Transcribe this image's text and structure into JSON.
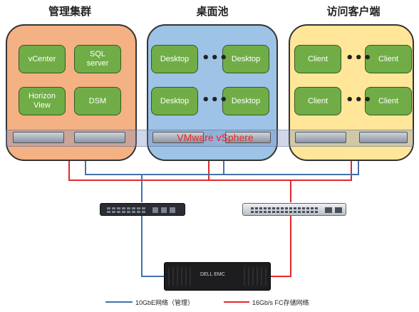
{
  "sections": {
    "management": {
      "title": "管理集群",
      "nodes": [
        "vCenter",
        "SQL\nserver",
        "Horizon\nView",
        "DSM"
      ]
    },
    "desktop_pool": {
      "title": "桌面池",
      "nodes": [
        "Desktop",
        "Desktop",
        "Desktop",
        "Desktop"
      ]
    },
    "access_clients": {
      "title": "访问客户端",
      "nodes": [
        "Client",
        "Client",
        "Client",
        "Client"
      ]
    }
  },
  "dots": "•••",
  "platform_label": "VMware vSphere",
  "legend": {
    "ethernet": "10GbE网络（管理）",
    "fc": "16Gb/s FC存储网络"
  },
  "storage_brand": "DELL EMC",
  "colors": {
    "management_panel": "#f4b183",
    "desktop_panel": "#9dc3e6",
    "client_panel": "#ffe699",
    "node": "#70ad47",
    "ethernet_line": "#4472a8",
    "fc_line": "#e0292a"
  },
  "icons": [
    "switch-icon",
    "switch-icon",
    "storage-array-icon"
  ]
}
